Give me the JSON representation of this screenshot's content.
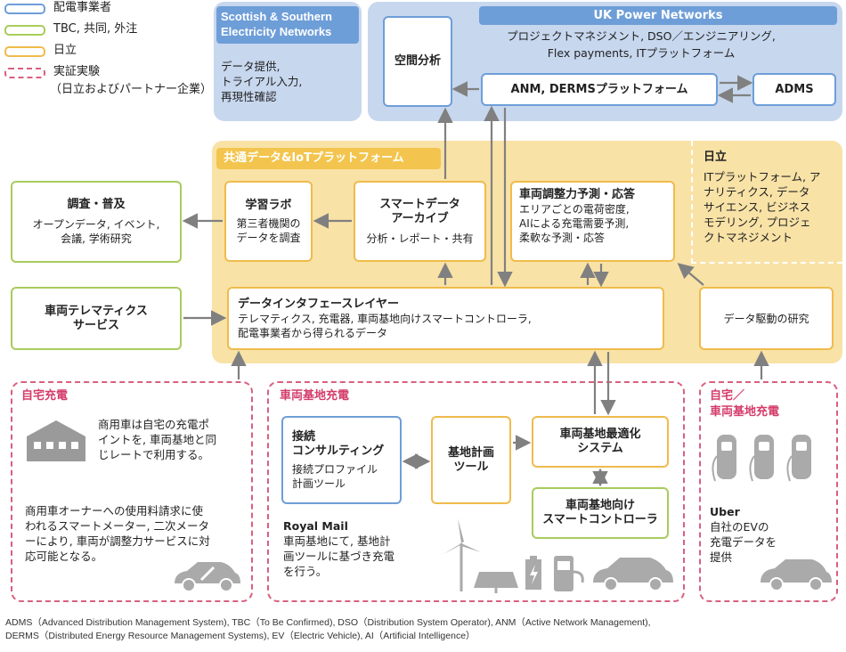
{
  "legend": [
    {
      "label": "配電事業者",
      "color": "#6e9ed8",
      "style": "solid"
    },
    {
      "label": "TBC, 共同, 外注",
      "color": "#a8cc5c",
      "style": "solid"
    },
    {
      "label": "日立",
      "color": "#f0bb4c",
      "style": "solid"
    },
    {
      "label": "実証実験",
      "sub": "（日立およびパートナー企業）",
      "color": "#d8607f",
      "style": "dashed"
    }
  ],
  "sse": {
    "title1": "Scottish & Southern",
    "title2": "Electricity Networks",
    "lines": [
      "データ提供,",
      "トライアル入力,",
      "再現性確認"
    ]
  },
  "ukpn": {
    "title": "UK Power Networks",
    "lines": [
      "プロジェクトマネジメント, DSO／エンジニアリング,",
      "Flex payments, ITプラットフォーム"
    ],
    "spatial": "空間分析",
    "anm": "ANM, DERMSプラットフォーム",
    "adms": "ADMS"
  },
  "platform": {
    "title": "共通データ&IoTプラットフォーム",
    "lab": {
      "title": "学習ラボ",
      "body": [
        "第三者機関の",
        "データを調査"
      ]
    },
    "archive": {
      "title": [
        "スマートデータ",
        "アーカイブ"
      ],
      "body": "分析・レポート・共有"
    },
    "forecast": {
      "title": "車両調整力予測・応答",
      "body": [
        "エリアごとの電荷密度,",
        "AIによる充電需要予測,",
        "柔軟な予測・応答"
      ]
    },
    "interface": {
      "title": "データインタフェースレイヤー",
      "body": [
        "テレマティクス, 充電器, 車両基地向けスマートコントローラ,",
        "配電事業者から得られるデータ"
      ]
    }
  },
  "hitachi": {
    "title": "日立",
    "lines": [
      "ITプラットフォーム, ア",
      "ナリティクス, データ",
      "サイエンス, ビジネス",
      "モデリング, プロジェ",
      "クトマネジメント"
    ]
  },
  "research": "データ駆動の研究",
  "survey": {
    "title": "調査・普及",
    "body": [
      "オープンデータ, イベント,",
      "会議, 学術研究"
    ]
  },
  "telematics": [
    "車両テレマティクス",
    "サービス"
  ],
  "home": {
    "title": "自宅充電",
    "text1": [
      "商用車は自宅の充電ポ",
      "イントを, 車両基地と同",
      "じレートで利用する。"
    ],
    "text2": [
      "商用車オーナーへの使用料請求に使",
      "われるスマートメーター, 二次メータ",
      "ーにより, 車両が調整力サービスに対",
      "応可能となる。"
    ]
  },
  "depot": {
    "title": "車両基地充電",
    "consult": {
      "title": [
        "接続",
        "コンサルティング"
      ],
      "body": [
        "接続プロファイル",
        "計画ツール"
      ]
    },
    "plan": [
      "基地計画",
      "ツール"
    ],
    "opt": [
      "車両基地最適化",
      "システム"
    ],
    "ctrl": [
      "車両基地向け",
      "スマートコントローラ"
    ],
    "rm_title": "Royal Mail",
    "rm_body": [
      "車両基地にて, 基地計",
      "画ツールに基づき充電",
      "を行う。"
    ]
  },
  "both": {
    "title": [
      "自宅／",
      "車両基地充電"
    ],
    "uber_title": "Uber",
    "uber_body": [
      "自社のEVの",
      "充電データを",
      "提供"
    ]
  },
  "footnote": [
    "ADMS（Advanced Distribution Management System), TBC（To Be Confirmed), DSO（Distribution System Operator), ANM（Active Network Management),",
    "DERMS（Distributed Energy Resource Management Systems), EV（Electric Vehicle), AI（Artificial Intelligence）"
  ]
}
